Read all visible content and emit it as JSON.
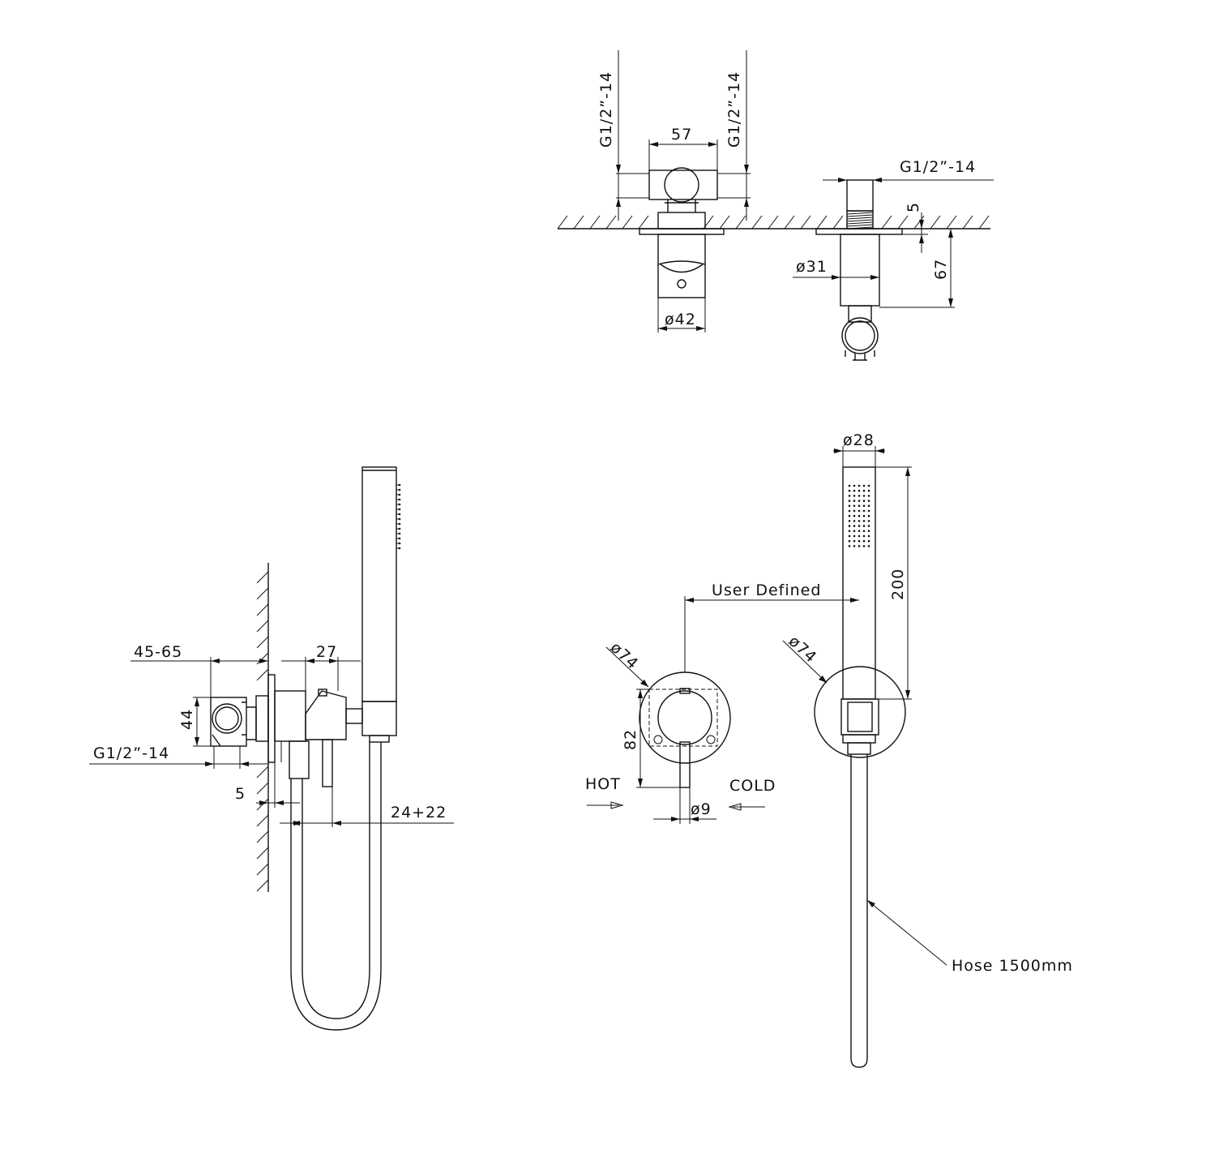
{
  "labels": {
    "top_thread_left": "G1/2”-14",
    "top_thread_right": "G1/2”-14",
    "top_width": "57",
    "top_thread_holder": "G1/2”-14",
    "top_gap": "5",
    "top_dia_31": "ø31",
    "top_dia_42": "ø42",
    "top_depth": "67",
    "side_range": "45-65",
    "side_27": "27",
    "side_44": "44",
    "side_thread": "G1/2”-14",
    "side_5": "5",
    "side_24_22": "24+22",
    "front_dia_28": "ø28",
    "front_200": "200",
    "front_user_defined": "User Defined",
    "front_dia_74_left": "ø74",
    "front_dia_74_right": "ø74",
    "front_82": "82",
    "front_hot": "HOT",
    "front_cold": "COLD",
    "front_dia_9": "ø9",
    "front_hose": "Hose 1500mm"
  },
  "colors": {
    "line": "#111111",
    "background": "#ffffff"
  }
}
